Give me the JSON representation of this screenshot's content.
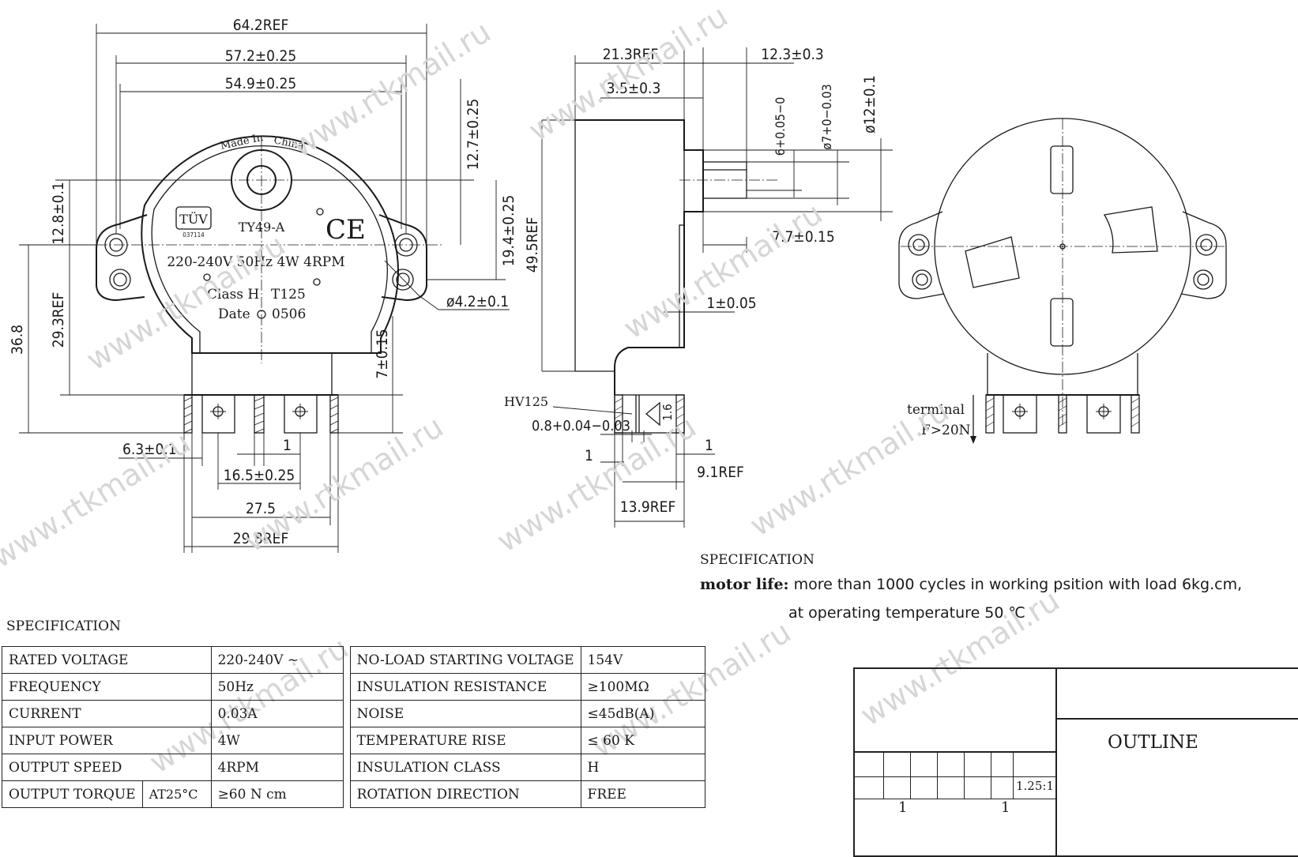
{
  "front_view": {
    "dims": {
      "overall_width": "64.2REF",
      "hole_pitch": "57.2±0.25",
      "inner_width": "54.9±0.25",
      "shaft_to_hole": "12.7±0.25",
      "hole_offset": "12.8±0.1",
      "hole_vertical": "19.4±0.25",
      "height_a": "36.8",
      "height_b": "29.3REF",
      "hole_dia": "ø4.2±0.1",
      "terminal_h": "7±0.15",
      "terminal_w": "6.3±0.1",
      "terminal_gap": "1",
      "terminal_pitch": "16.5±0.25",
      "terminal_span": "27.5",
      "terminal_total": "29.8REF"
    },
    "label_made": "Made In China",
    "label_tuv": "TÜV",
    "label_tuv_num": "037114",
    "label_model": "TY49-A",
    "label_rating": "220-240V 50Hz 4W 4RPM",
    "label_class": "Class H",
    "label_temp": "T125",
    "label_date": "Date",
    "label_date_val": "0506",
    "label_ce": "CE"
  },
  "side_view": {
    "dims": {
      "body_depth": "21.3REF",
      "shaft_len": "12.3±0.3",
      "boss_len": "3.5±0.3",
      "shaft_flat": "6+0.05−0",
      "shaft_dia": "ø7+0−0.03",
      "boss_dia": "ø12±0.1",
      "body_height": "49.5REF",
      "shaft_flat_len": "7.7±0.15",
      "plate": "1±0.05",
      "hv": "HV125",
      "term_thick": "0.8+0.04−0.03",
      "term_len": "1.6",
      "term_gap": "1",
      "term_gap2": "1",
      "term_depth": "9.1REF",
      "term_total": "13.9REF"
    }
  },
  "rear_view": {
    "terminal_label": "terminal",
    "terminal_force": "F>20N"
  },
  "watermark": "www.rtkmail.ru",
  "spec_right": {
    "title": "SPECIFICATION",
    "motor_life_label": "motor  life:",
    "motor_life_text": " more than 1000 cycles in working psition with load 6kg.cm,",
    "motor_life_text2": "at operating temperature 50 ℃"
  },
  "spec_table": {
    "title": "SPECIFICATION",
    "rows": [
      {
        "k1": "RATED VOLTAGE",
        "v1": "220-240V ~",
        "k2": "NO-LOAD STARTING VOLTAGE",
        "v2": "154V"
      },
      {
        "k1": "FREQUENCY",
        "v1": "50Hz",
        "k2": "INSULATION RESISTANCE",
        "v2": "≥100MΩ"
      },
      {
        "k1": "CURRENT",
        "v1": "0.03A",
        "k2": "NOISE",
        "v2": "≤45dB(A)"
      },
      {
        "k1": "INPUT POWER",
        "v1": "4W",
        "k2": "TEMPERATURE RISE",
        "v2": "≤ 60 K"
      },
      {
        "k1": "OUTPUT SPEED",
        "v1": "4RPM",
        "k2": "INSULATION CLASS",
        "v2": "H"
      }
    ],
    "last": {
      "k1a": "OUTPUT TORQUE",
      "k1b": "AT25°C",
      "v1": "≥60  N cm",
      "k2": "ROTATION DIRECTION",
      "v2": "FREE"
    }
  },
  "title_block": {
    "name": "OUTLINE",
    "scale": "1.25:1",
    "n1": "1",
    "n2": "1"
  }
}
